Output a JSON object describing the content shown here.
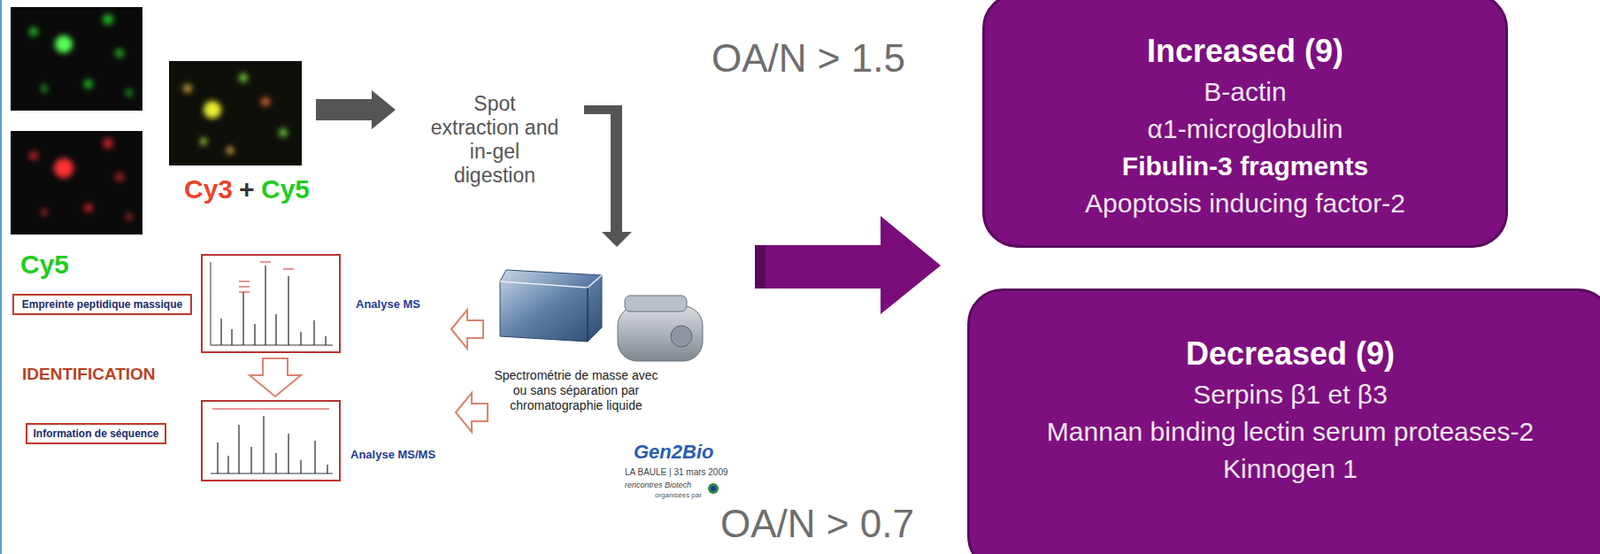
{
  "diagram": {
    "nodes": [
      {
        "text": [
          "Empreinte peptidique massique"
        ]
      },
      {
        "text": [
          "Information de séquence"
        ]
      },
      {
        "text": [
          "Increased (9)",
          "B-actin",
          "α1-microglobulin",
          "Fibulin-3  fragments",
          "Apoptosis inducing factor-2"
        ]
      },
      {
        "text": [
          "Decreased (9)",
          "Serpins β1 et β3",
          "Mannan binding lectin serum proteases-2",
          "Kinnogen 1"
        ]
      }
    ],
    "labels": [
      "Cy3",
      "+",
      "Cy5",
      "Cy5",
      "Spot extraction and in-gel digestion",
      "OA/N > 1.5",
      "IDENTIFICATION",
      "Analyse MS",
      "Analyse MS/MS",
      "Spectrométrie de masse avec ou sans séparation par chromatographie liquide",
      "Gen2Bio",
      "LA BAULE | 31 mars 2009",
      "rencontres Biotech",
      "organisées par",
      "OA/N > 0.7"
    ]
  }
}
